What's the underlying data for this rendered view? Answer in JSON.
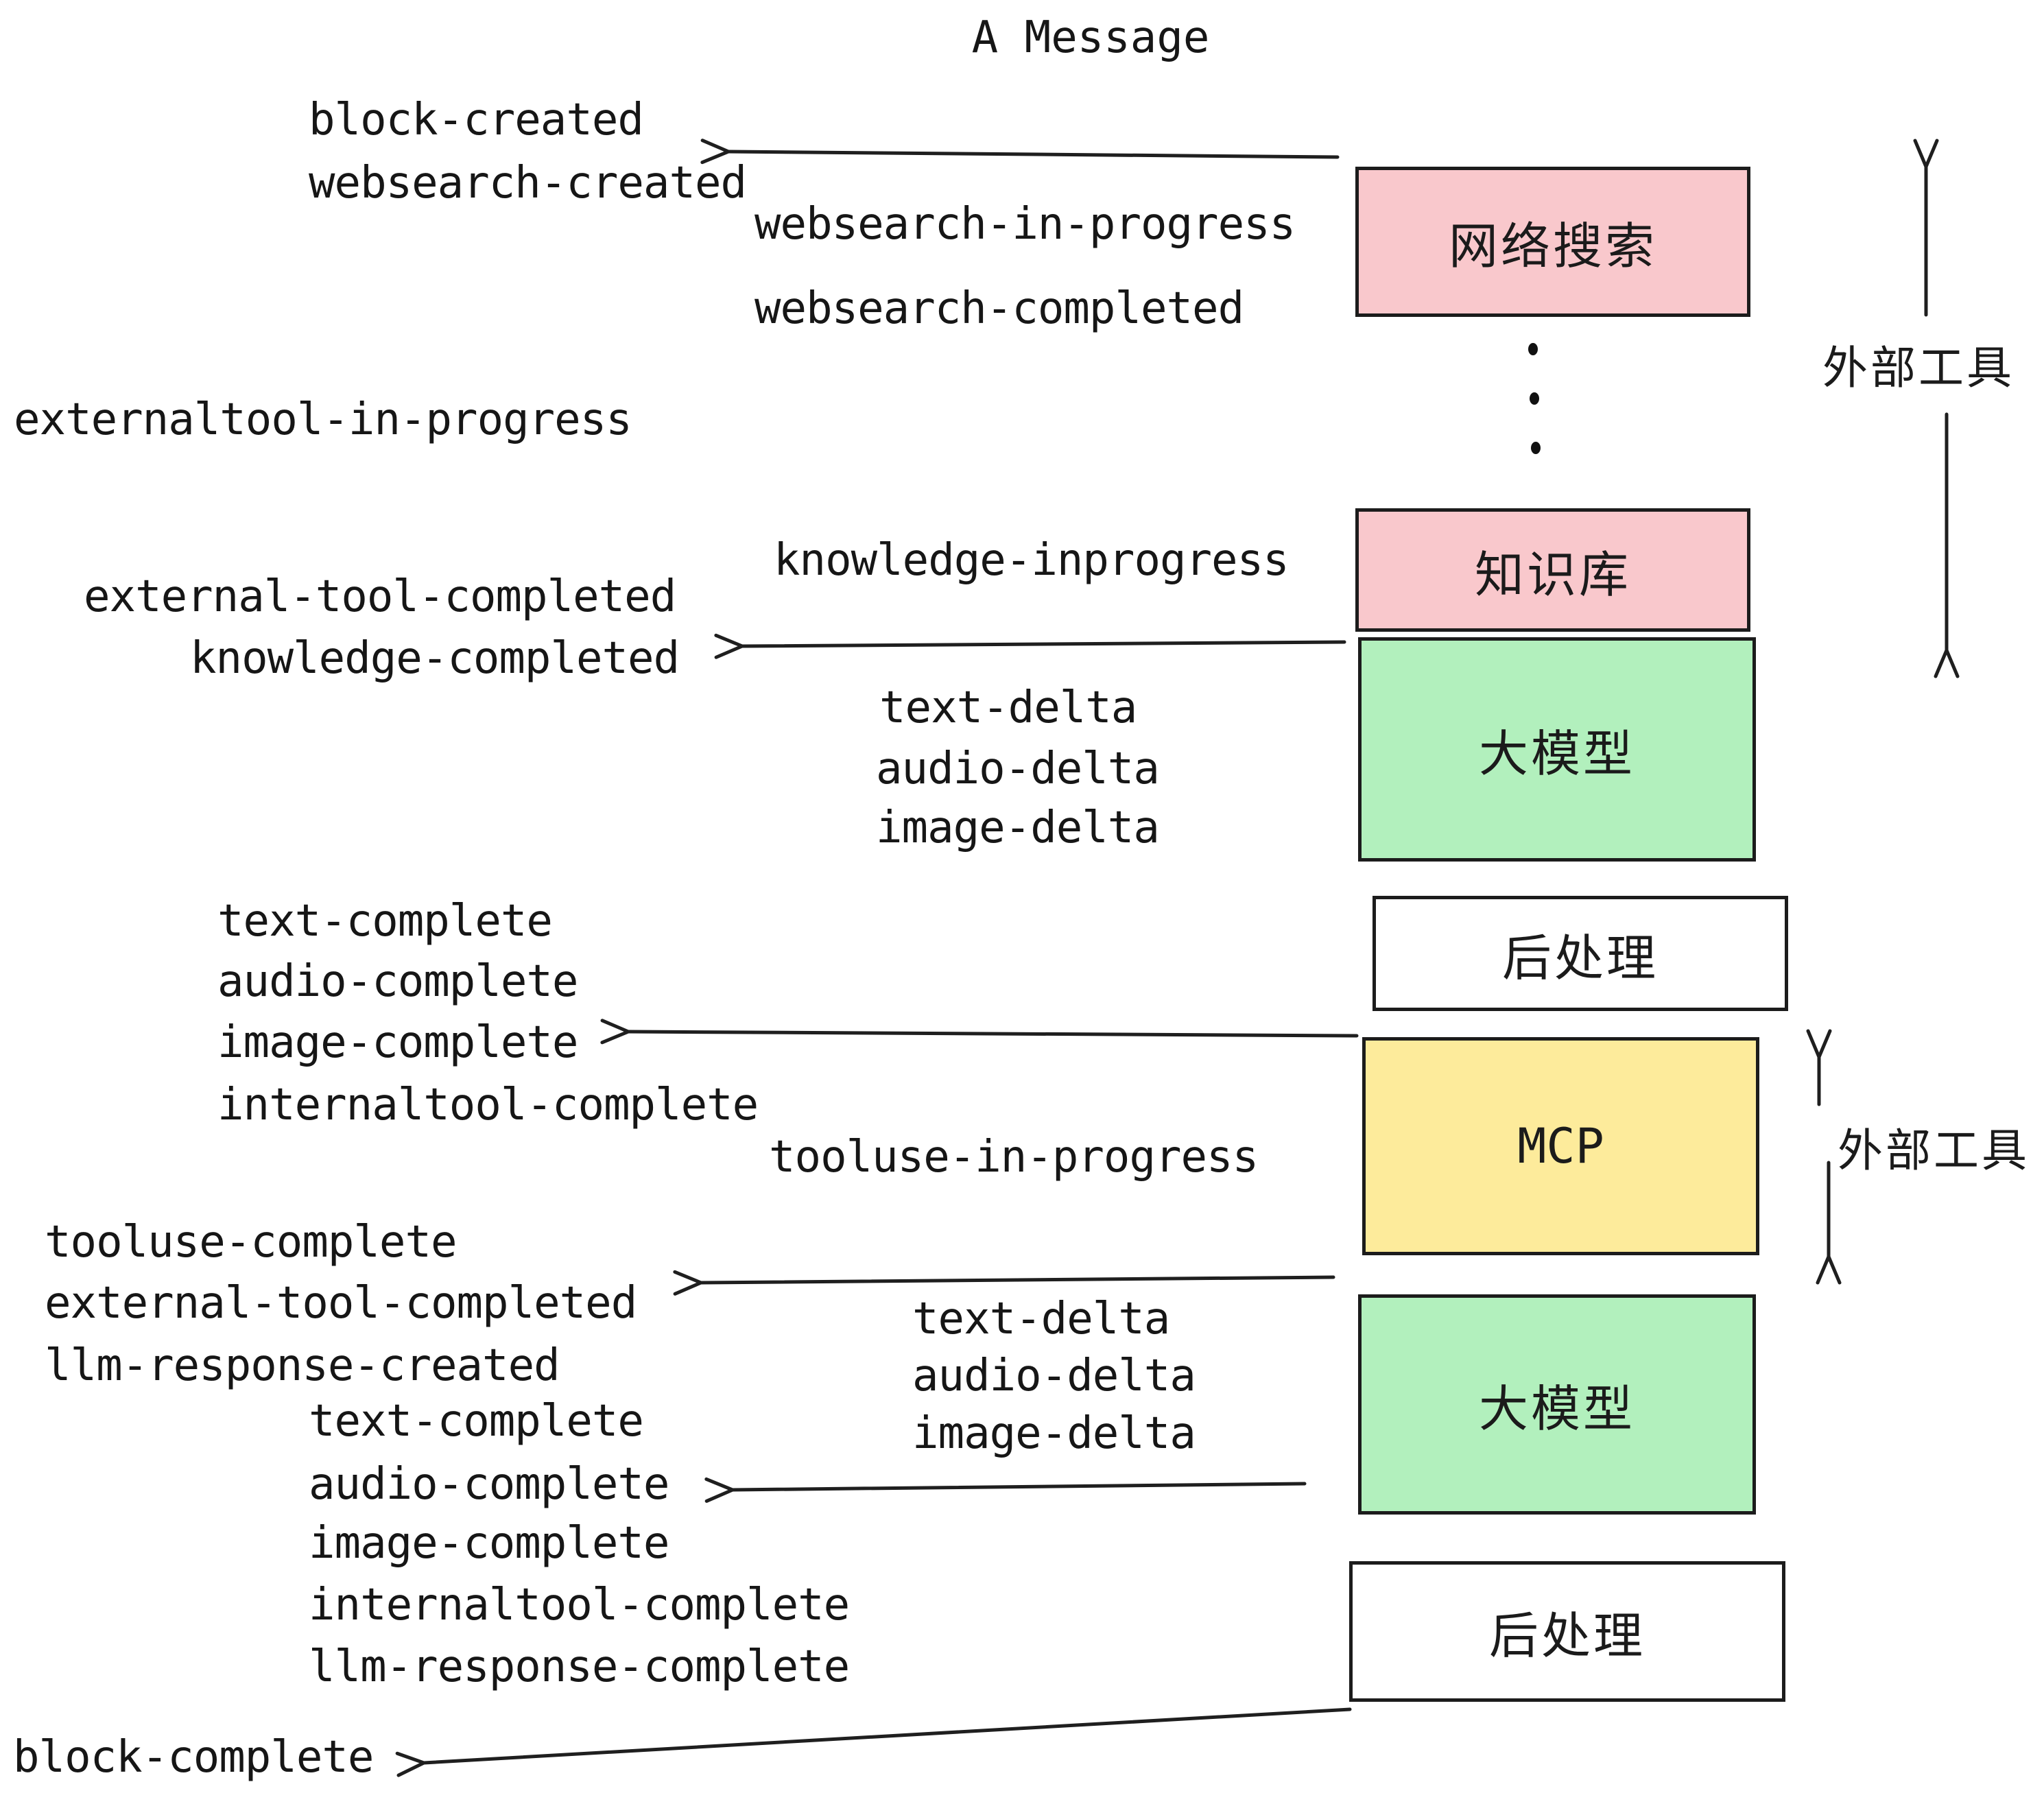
{
  "title": "A Message",
  "colors": {
    "pink": "#f9c8cc",
    "green": "#b2f0bd",
    "yellow": "#fdeb9b",
    "white": "#ffffff",
    "line": "#1f1f1f"
  },
  "boxes": [
    {
      "label": "网络搜索",
      "color": "#f9c8cc"
    },
    {
      "label": "知识库",
      "color": "#f9c8cc"
    },
    {
      "label": "大模型",
      "color": "#b2f0bd"
    },
    {
      "label": "后处理",
      "color": "#ffffff"
    },
    {
      "label": "MCP",
      "color": "#fdeb9b"
    },
    {
      "label": "大模型",
      "color": "#b2f0bd"
    },
    {
      "label": "后处理",
      "color": "#ffffff"
    }
  ],
  "side_labels": {
    "external_tools_top": "外部工具",
    "external_tools_bottom": "外部工具"
  },
  "events": {
    "block_created": "block-created",
    "websearch_created": "websearch-created",
    "websearch_in_progress": "websearch-in-progress",
    "websearch_completed": "websearch-completed",
    "externaltool_in_progress": "externaltool-in-progress",
    "knowledge_inprogress": "knowledge-inprogress",
    "external_tool_completed_1": "external-tool-completed",
    "knowledge_completed": "knowledge-completed",
    "text_delta_1": "text-delta",
    "audio_delta_1": "audio-delta",
    "image_delta_1": "image-delta",
    "text_complete_1": "text-complete",
    "audio_complete_1": "audio-complete",
    "image_complete_1": "image-complete",
    "internaltool_complete_1": "internaltool-complete",
    "tooluse_in_progress": "tooluse-in-progress",
    "tooluse_complete": "tooluse-complete",
    "external_tool_completed_2": "external-tool-completed",
    "llm_response_created": "llm-response-created",
    "text_complete_2": "text-complete",
    "text_delta_2": "text-delta",
    "audio_delta_2": "audio-delta",
    "image_delta_2": "image-delta",
    "audio_complete_2": "audio-complete",
    "image_complete_2": "image-complete",
    "internaltool_complete_2": "internaltool-complete",
    "llm_response_complete": "llm-response-complete",
    "block_complete": "block-complete"
  }
}
